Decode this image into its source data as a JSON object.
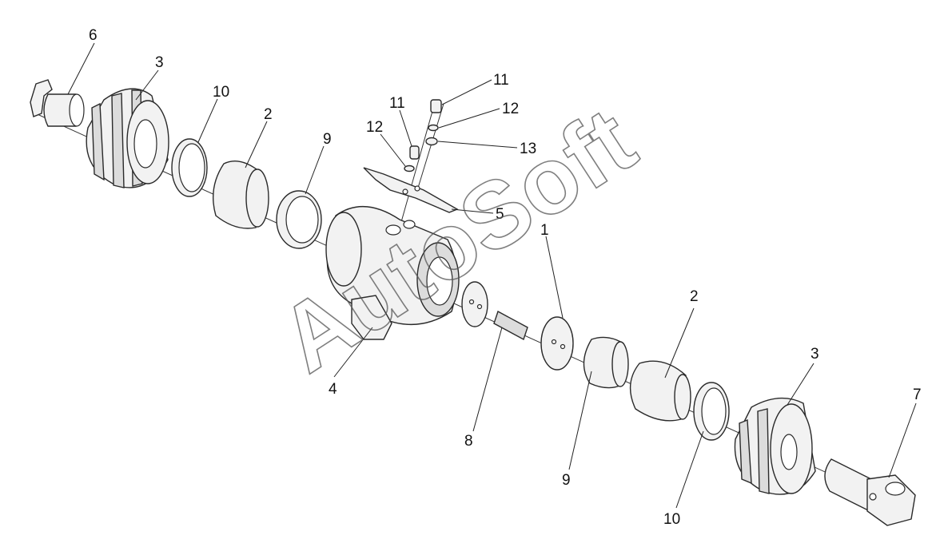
{
  "watermark": "AutoSoft",
  "callouts": {
    "c6": "6",
    "c3a": "3",
    "c10a": "10",
    "c2a": "2",
    "c9a": "9",
    "c11a": "11",
    "c12a": "12",
    "c11b": "11",
    "c12b": "12",
    "c13": "13",
    "c5": "5",
    "c1": "1",
    "c4": "4",
    "c8": "8",
    "c2b": "2",
    "c9b": "9",
    "c3b": "3",
    "c7": "7",
    "c10b": "10"
  }
}
